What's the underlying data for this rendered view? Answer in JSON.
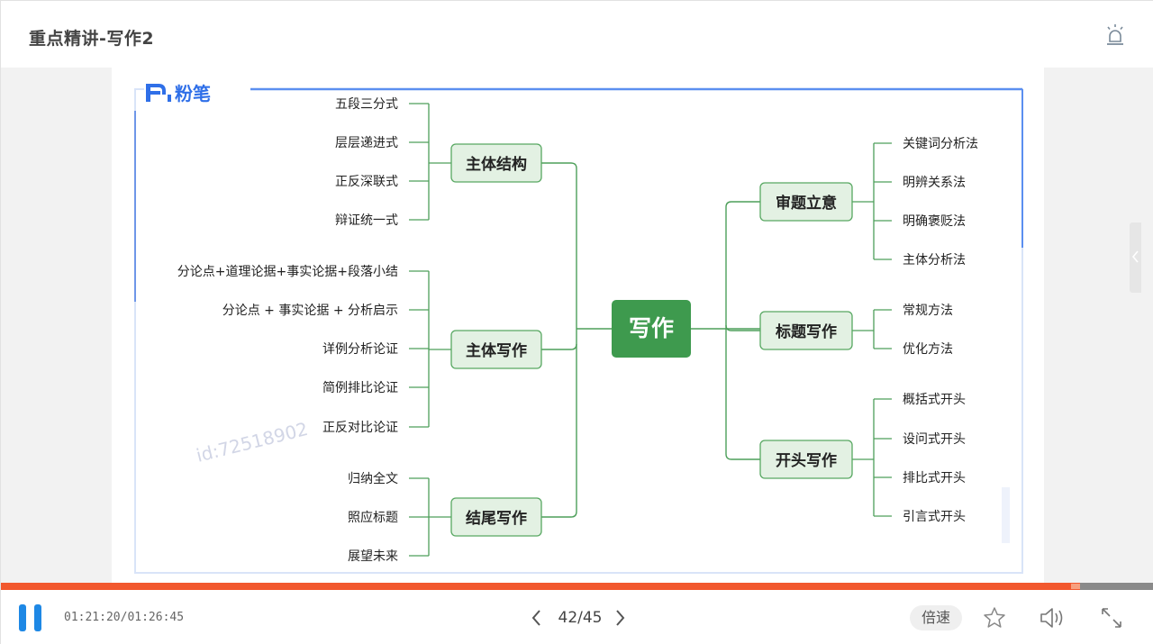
{
  "header": {
    "title": "重点精讲-写作2"
  },
  "slide": {
    "logo_text": "粉笔",
    "watermark": "id:72518902",
    "center": "写作",
    "left_branches": [
      {
        "label": "主体结构",
        "leaves": [
          "五段三分式",
          "层层递进式",
          "正反深联式",
          "辩证统一式"
        ]
      },
      {
        "label": "主体写作",
        "leaves": [
          "分论点+道理论据+事实论据+段落小结",
          "分论点 + 事实论据 + 分析启示",
          "详例分析论证",
          "简例排比论证",
          "正反对比论证"
        ]
      },
      {
        "label": "结尾写作",
        "leaves": [
          "归纳全文",
          "照应标题",
          "展望未来"
        ]
      }
    ],
    "right_branches": [
      {
        "label": "审题立意",
        "leaves": [
          "关键词分析法",
          "明辨关系法",
          "明确褒贬法",
          "主体分析法"
        ]
      },
      {
        "label": "标题写作",
        "leaves": [
          "常规方法",
          "优化方法"
        ]
      },
      {
        "label": "开头写作",
        "leaves": [
          "概括式开头",
          "设问式开头",
          "排比式开头",
          "引言式开头"
        ]
      }
    ],
    "colors": {
      "center_fill": "#3e9a4e",
      "node_fill": "#e3f1e3",
      "node_border": "#58a862",
      "line": "#4d9f5a",
      "frame": "#5b8ff0"
    }
  },
  "player": {
    "time": "01:21:20/01:26:45",
    "page": "42/45",
    "speed_label": "倍速",
    "progress": 0.9357,
    "accent": "#1e88e5",
    "progress_color": "#f2582e"
  }
}
